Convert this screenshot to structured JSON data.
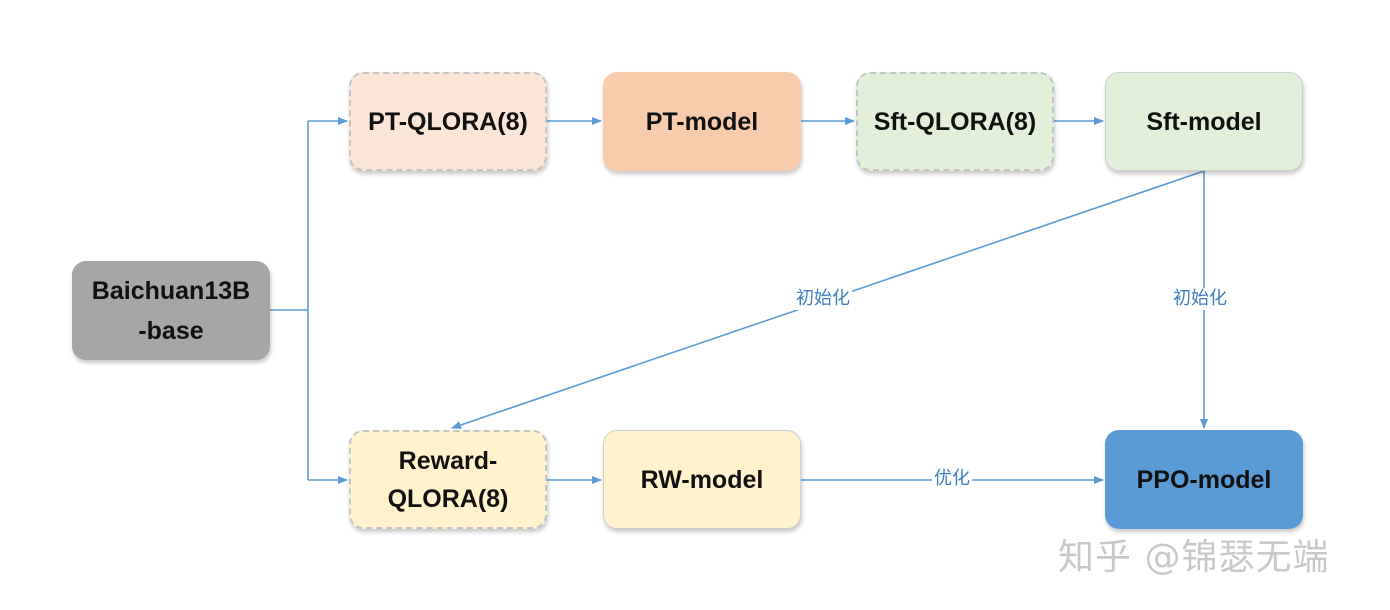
{
  "nodes": {
    "base": "Baichuan13B\n-base",
    "pt_qlora": "PT-QLORA(8)",
    "pt_model": "PT-model",
    "sft_qlora": "Sft-QLORA(8)",
    "sft_model": "Sft-model",
    "reward_qlora": "Reward-\nQLORA(8)",
    "rw_model": "RW-model",
    "ppo_model": "PPO-model"
  },
  "edge_labels": {
    "init_diagonal": "初始化",
    "init_vertical": "初始化",
    "optimize": "优化"
  },
  "watermark": "知乎 @锦瑟无端",
  "colors": {
    "edge": "#5b9bd5",
    "base": "#a6a6a6",
    "pt_qlora": "#fbe5d6",
    "pt_model": "#f8cbad",
    "sft": "#e2f0d9",
    "reward": "#fff2cc",
    "ppo": "#5b9bd5"
  }
}
